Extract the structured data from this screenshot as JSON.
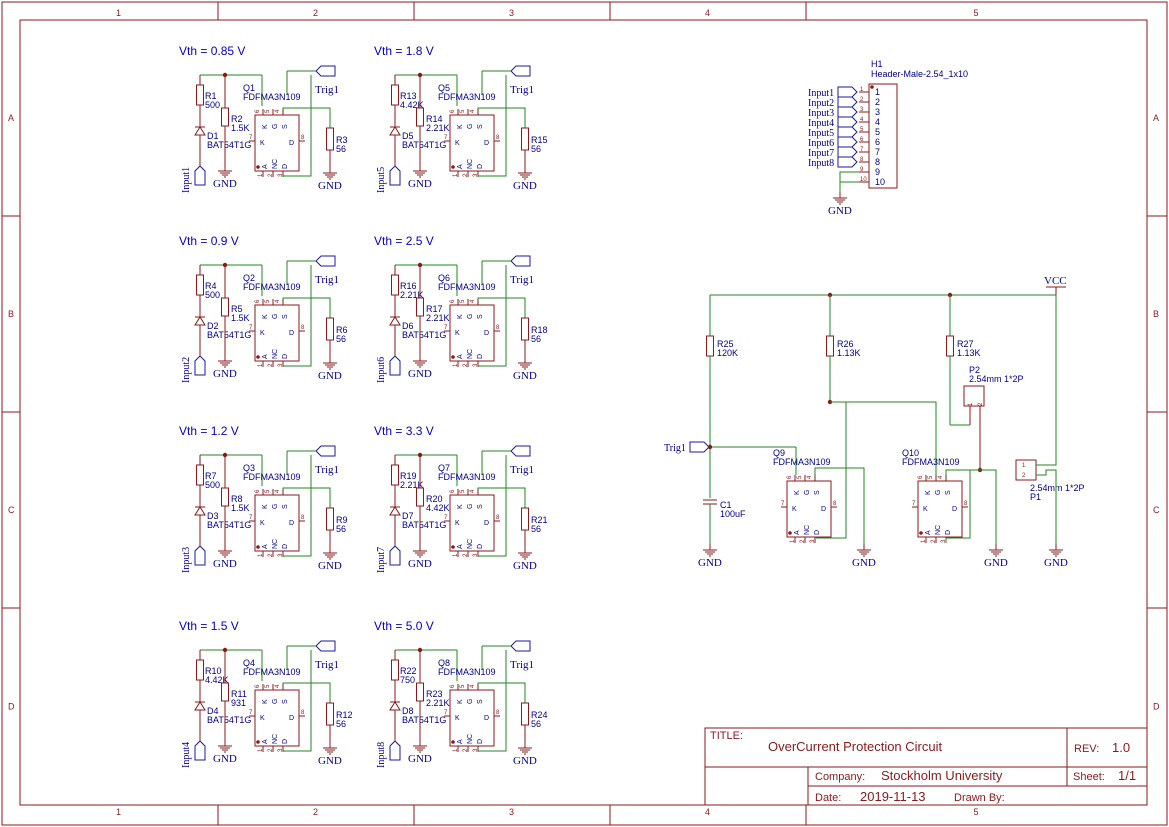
{
  "sheet": {
    "col_markers": [
      "1",
      "2",
      "3",
      "4",
      "5"
    ],
    "row_markers": [
      "A",
      "B",
      "C",
      "D"
    ]
  },
  "net_labels": {
    "gnd": "GND",
    "vcc": "VCC",
    "trig": "Trig1"
  },
  "cells": [
    {
      "vth": "Vth = 0.85 V",
      "input": "Input1",
      "r_top": "R1",
      "r_top_val": "500",
      "diode": "D1",
      "diode_part": "BAT54T1G",
      "r_div": "R2",
      "r_div_val": "1.5K",
      "q": "Q1",
      "q_part": "FDFMA3N109",
      "r_out": "R3",
      "r_out_val": "56"
    },
    {
      "vth": "Vth = 1.8 V",
      "input": "Input5",
      "r_top": "R13",
      "r_top_val": "4.42K",
      "diode": "D5",
      "diode_part": "BAT54T1G",
      "r_div": "R14",
      "r_div_val": "2.21K",
      "q": "Q5",
      "q_part": "FDFMA3N109",
      "r_out": "R15",
      "r_out_val": "56"
    },
    {
      "vth": "Vth = 0.9 V",
      "input": "Input2",
      "r_top": "R4",
      "r_top_val": "500",
      "diode": "D2",
      "diode_part": "BAT54T1G",
      "r_div": "R5",
      "r_div_val": "1.5K",
      "q": "Q2",
      "q_part": "FDFMA3N109",
      "r_out": "R6",
      "r_out_val": "56"
    },
    {
      "vth": "Vth = 2.5 V",
      "input": "Input6",
      "r_top": "R16",
      "r_top_val": "2.21K",
      "diode": "D6",
      "diode_part": "BAT54T1G",
      "r_div": "R17",
      "r_div_val": "2.21K",
      "q": "Q6",
      "q_part": "FDFMA3N109",
      "r_out": "R18",
      "r_out_val": "56"
    },
    {
      "vth": "Vth = 1.2 V",
      "input": "Input3",
      "r_top": "R7",
      "r_top_val": "500",
      "diode": "D3",
      "diode_part": "BAT54T1G",
      "r_div": "R8",
      "r_div_val": "1.5K",
      "q": "Q3",
      "q_part": "FDFMA3N109",
      "r_out": "R9",
      "r_out_val": "56"
    },
    {
      "vth": "Vth = 3.3 V",
      "input": "Input7",
      "r_top": "R19",
      "r_top_val": "2.21K",
      "diode": "D7",
      "diode_part": "BAT54T1G",
      "r_div": "R20",
      "r_div_val": "4.42K",
      "q": "Q7",
      "q_part": "FDFMA3N109",
      "r_out": "R21",
      "r_out_val": "56"
    },
    {
      "vth": "Vth = 1.5 V",
      "input": "Input4",
      "r_top": "R10",
      "r_top_val": "4.42K",
      "diode": "D4",
      "diode_part": "BAT54T1G",
      "r_div": "R11",
      "r_div_val": "931",
      "q": "Q4",
      "q_part": "FDFMA3N109",
      "r_out": "R12",
      "r_out_val": "56"
    },
    {
      "vth": "Vth = 5.0 V",
      "input": "Input8",
      "r_top": "R22",
      "r_top_val": "750",
      "diode": "D8",
      "diode_part": "BAT54T1G",
      "r_div": "R23",
      "r_div_val": "2.21K",
      "q": "Q8",
      "q_part": "FDFMA3N109",
      "r_out": "R24",
      "r_out_val": "56"
    }
  ],
  "header": {
    "ref": "H1",
    "part": "Header-Male-2.54_1x10",
    "pins": [
      "1",
      "2",
      "3",
      "4",
      "5",
      "6",
      "7",
      "8",
      "9",
      "10"
    ],
    "inputs": [
      "Input1",
      "Input2",
      "Input3",
      "Input4",
      "Input5",
      "Input6",
      "Input7",
      "Input8"
    ]
  },
  "latch": {
    "r25": "R25",
    "r25_val": "120K",
    "r26": "R26",
    "r26_val": "1.13K",
    "r27": "R27",
    "r27_val": "1.13K",
    "c1": "C1",
    "c1_val": "100uF",
    "q9": "Q9",
    "q9_part": "FDFMA3N109",
    "q10": "Q10",
    "q10_part": "FDFMA3N109",
    "p2": "P2",
    "p2_part": "2.54mm 1*2P",
    "p1": "P1",
    "p1_part": "2.54mm 1*2P",
    "trig": "Trig1"
  },
  "mosfet_pins": {
    "k": "K",
    "g": "G",
    "s": "S",
    "a": "A",
    "nc": "NC",
    "d": "D"
  },
  "title_block": {
    "title_label": "TITLE:",
    "title": "OverCurrent Protection Circuit",
    "rev_label": "REV:",
    "rev": "1.0",
    "company_label": "Company:",
    "company": "Stockholm University",
    "sheet_label": "Sheet:",
    "sheet": "1/1",
    "date_label": "Date:",
    "date": "2019-11-13",
    "drawn_label": "Drawn By:",
    "drawn": ""
  }
}
